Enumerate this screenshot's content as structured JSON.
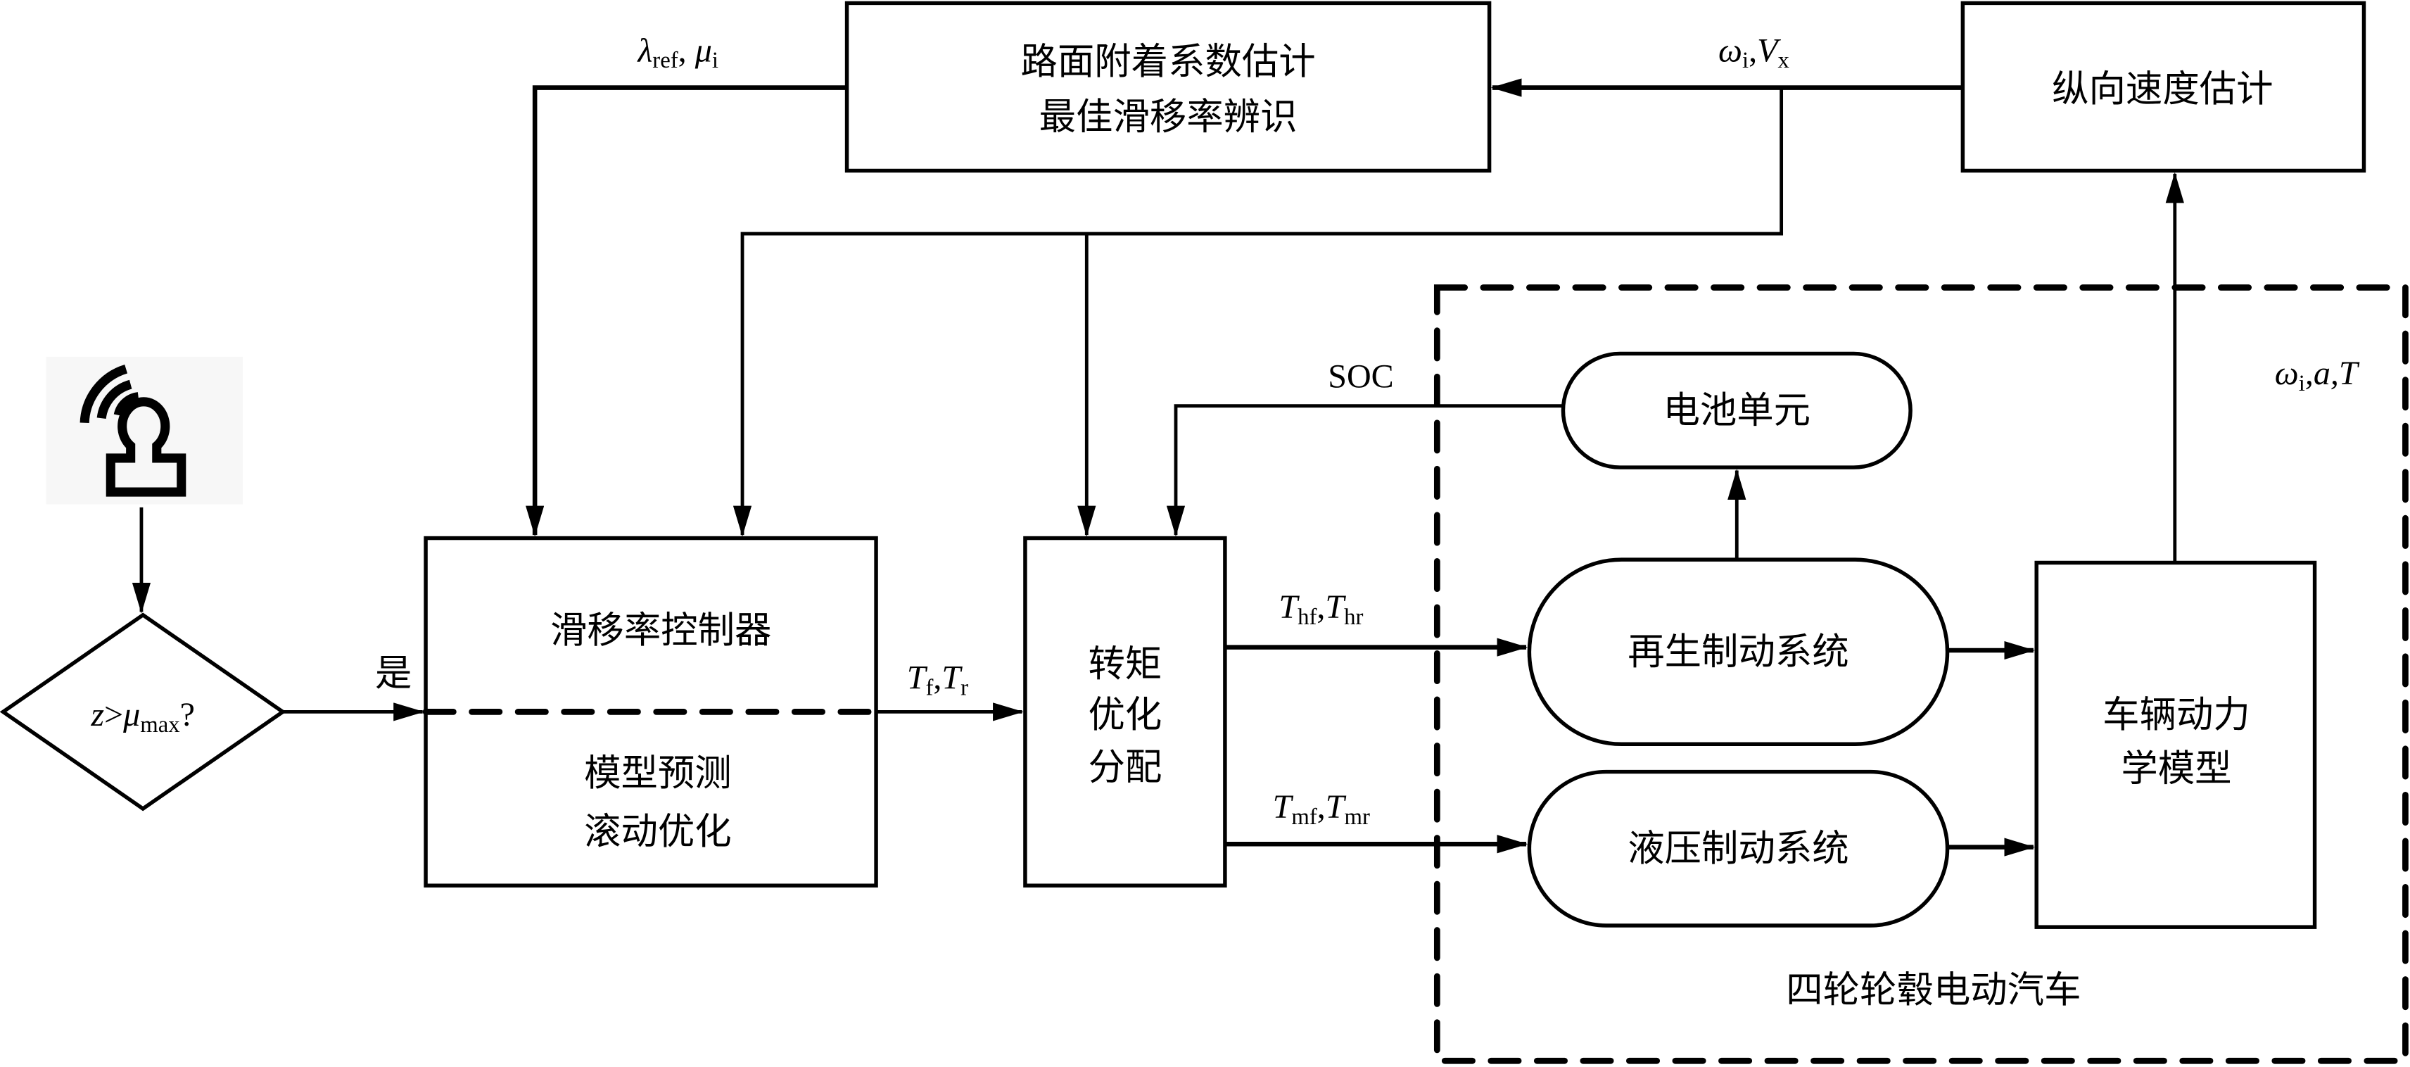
{
  "blocks": {
    "estimator_line1": "路面附着系数估计",
    "estimator_line2": "最佳滑移率辨识",
    "speed_estimator": "纵向速度估计",
    "battery": "电池单元",
    "controller_top": "滑移率控制器",
    "controller_bottom_line1": "模型预测",
    "controller_bottom_line2": "滚动优化",
    "torque_line1": "转矩",
    "torque_line2": "优化",
    "torque_line3": "分配",
    "regen": "再生制动系统",
    "hydraulic": "液压制动系统",
    "vehicle_line1": "车辆动力",
    "vehicle_line2": "学模型",
    "vehicle_group": "四轮轮毂电动汽车"
  },
  "decision": {
    "var": "z",
    "op": ">",
    "mu": "μ",
    "mu_sub": "max",
    "q": "?",
    "yes_label": "是"
  },
  "signals": {
    "lambda": "λ",
    "lambda_sub": "ref",
    "sep": ", ",
    "mu": "μ",
    "mu_sub": "i",
    "omega": "ω",
    "omega_sub": "i",
    "vx": "V",
    "vx_sub": "x",
    "soc": "SOC",
    "omega_a_t_tail": ",a,T",
    "T": "T",
    "tf_sub": "f",
    "tr_sub": "r",
    "thf_sub": "hf",
    "thr_sub": "hr",
    "tmf_sub": "mf",
    "tmr_sub": "mr",
    "comma": ","
  },
  "icons": {
    "driver": "driver-signal-icon"
  }
}
